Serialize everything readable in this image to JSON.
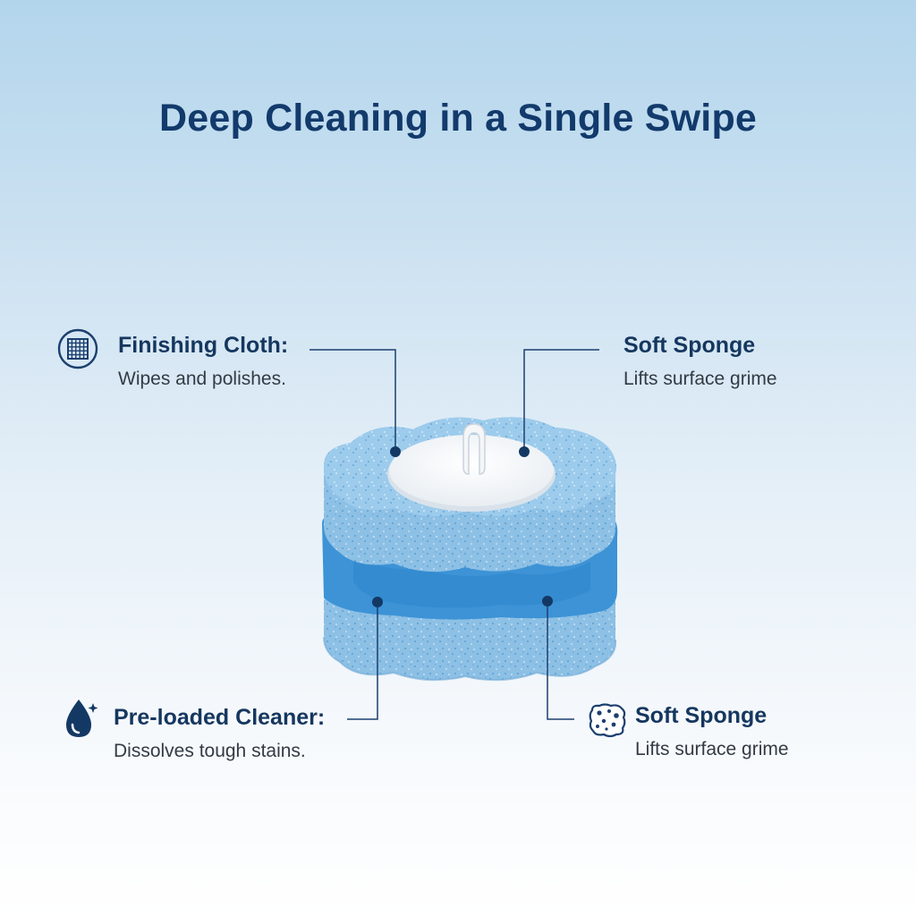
{
  "title": "Deep Cleaning in a Single Swipe",
  "callouts": [
    {
      "label": "Finishing Cloth:",
      "desc": "Wipes and polishes.",
      "icon": "grid-cloth-icon"
    },
    {
      "label": "Soft Sponge",
      "desc": "Lifts surface grime",
      "icon": ""
    },
    {
      "label": "Pre-loaded Cleaner:",
      "desc": "Dissolves tough stains.",
      "icon": "water-drop-icon"
    },
    {
      "label": "Soft Sponge",
      "desc": "Lifts surface grime",
      "icon": "sponge-icon"
    }
  ],
  "colors": {
    "title": "#123a6b",
    "accent": "#1b3f6e",
    "sponge_light": "#8ec1e6",
    "sponge_core": "#3e95d8",
    "cap": "#ffffff"
  }
}
